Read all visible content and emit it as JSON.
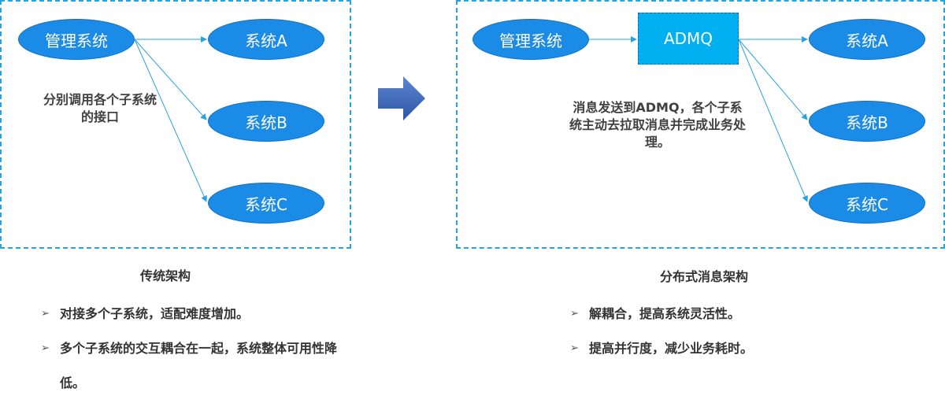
{
  "left": {
    "manager_label": "管理系统",
    "systems": [
      "系统A",
      "系统B",
      "系统C"
    ],
    "note": "分别调用各个子系统的接口",
    "caption": "传统架构",
    "points": [
      "对接多个子系统，适配难度增加。",
      "多个子系统的交互耦合在一起，系统整体可用性降低。"
    ]
  },
  "right": {
    "manager_label": "管理系统",
    "mq_label": "ADMQ",
    "systems": [
      "系统A",
      "系统B",
      "系统C"
    ],
    "note": "消息发送到ADMQ，各个子系统主动去拉取消息并完成业务处理。",
    "caption": "分布式消息架构",
    "points": [
      "解耦合，提高系统灵活性。",
      "提高并行度，减少业务耗时。"
    ]
  },
  "bullet_glyph": "➢",
  "colors": {
    "border": "#29a3de",
    "node": "#1a8ce8",
    "mq": "#00b0f0",
    "arrow": "#29a3de",
    "big_arrow": "#3a64b4"
  }
}
